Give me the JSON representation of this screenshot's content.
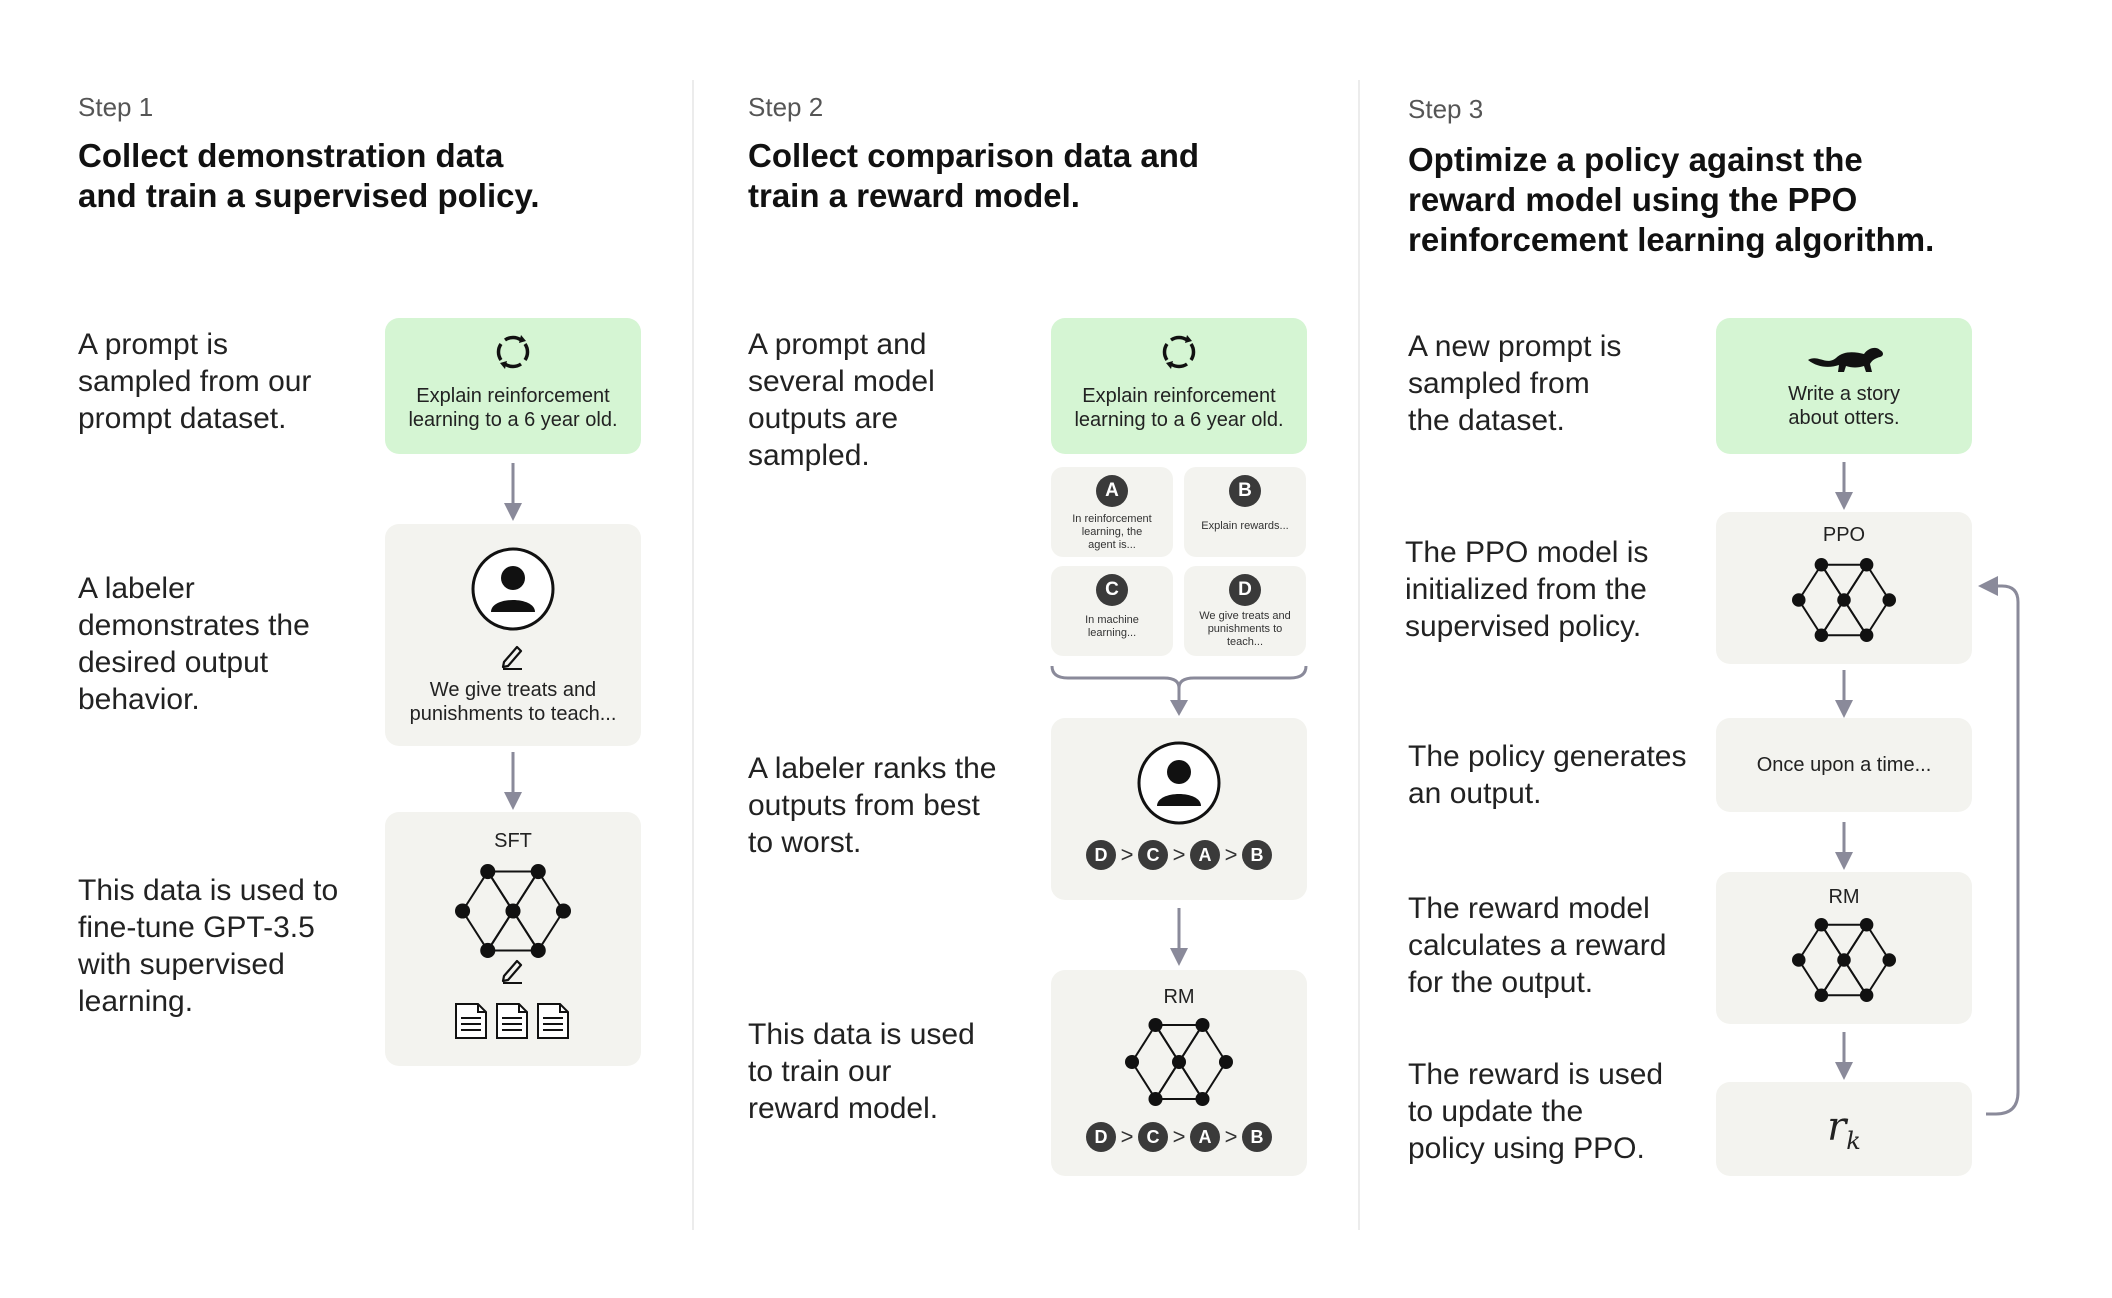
{
  "step1": {
    "label": "Step 1",
    "title_lines": [
      "Collect demonstration data",
      "and train a supervised policy."
    ],
    "desc1": [
      "A prompt is",
      "sampled from our",
      "prompt dataset."
    ],
    "desc2": [
      "A labeler",
      "demonstrates the",
      "desired output",
      "behavior."
    ],
    "desc3": [
      "This data is used to",
      "fine-tune GPT-3.5",
      "with supervised",
      "learning."
    ],
    "prompt_lines": [
      "Explain reinforcement",
      "learning to a 6 year old."
    ],
    "demo_lines": [
      "We give treats and",
      "punishments to teach..."
    ],
    "model_label": "SFT"
  },
  "step2": {
    "label": "Step 2",
    "title_lines": [
      "Collect comparison data and",
      "train a reward model."
    ],
    "desc1": [
      "A prompt and",
      "several model",
      "outputs are",
      "sampled."
    ],
    "desc2": [
      "A labeler ranks the",
      "outputs from best",
      "to worst."
    ],
    "desc3": [
      "This data is used",
      "to train our",
      "reward model."
    ],
    "prompt_lines": [
      "Explain reinforcement",
      "learning to a 6 year old."
    ],
    "outputs": [
      {
        "badge": "A",
        "lines": [
          "In reinforcement",
          "learning, the",
          "agent is..."
        ]
      },
      {
        "badge": "B",
        "lines": [
          "Explain rewards..."
        ]
      },
      {
        "badge": "C",
        "lines": [
          "In machine",
          "learning..."
        ]
      },
      {
        "badge": "D",
        "lines": [
          "We give treats and",
          "punishments to",
          "teach..."
        ]
      }
    ],
    "ranking": [
      "D",
      "C",
      "A",
      "B"
    ],
    "rank_separator": ">",
    "model_label": "RM"
  },
  "step3": {
    "label": "Step 3",
    "title_lines": [
      "Optimize a policy against the",
      "reward model using the PPO",
      "reinforcement learning algorithm."
    ],
    "desc1": [
      "A new prompt is",
      "sampled from",
      "the dataset."
    ],
    "desc2": [
      "The PPO model is",
      "initialized from the",
      "supervised policy."
    ],
    "desc3": [
      "The policy generates",
      "an output."
    ],
    "desc4": [
      "The reward model",
      "calculates a reward",
      "for the output."
    ],
    "desc5": [
      "The reward is used",
      "to update the",
      "policy using PPO."
    ],
    "prompt_lines": [
      "Write a story",
      "about otters."
    ],
    "ppo_label": "PPO",
    "output_text": "Once upon a time...",
    "rm_label": "RM",
    "reward_symbol": "r",
    "reward_subscript": "k"
  },
  "colors": {
    "green_box": "#d5f5d3",
    "gray_box": "#f3f3ef",
    "arrow": "#8a8a9a",
    "badge": "#3a3a3a"
  },
  "icons": [
    "cycle-icon",
    "person-icon",
    "pencil-icon",
    "neural-network-icon",
    "document-icon",
    "otter-icon"
  ]
}
